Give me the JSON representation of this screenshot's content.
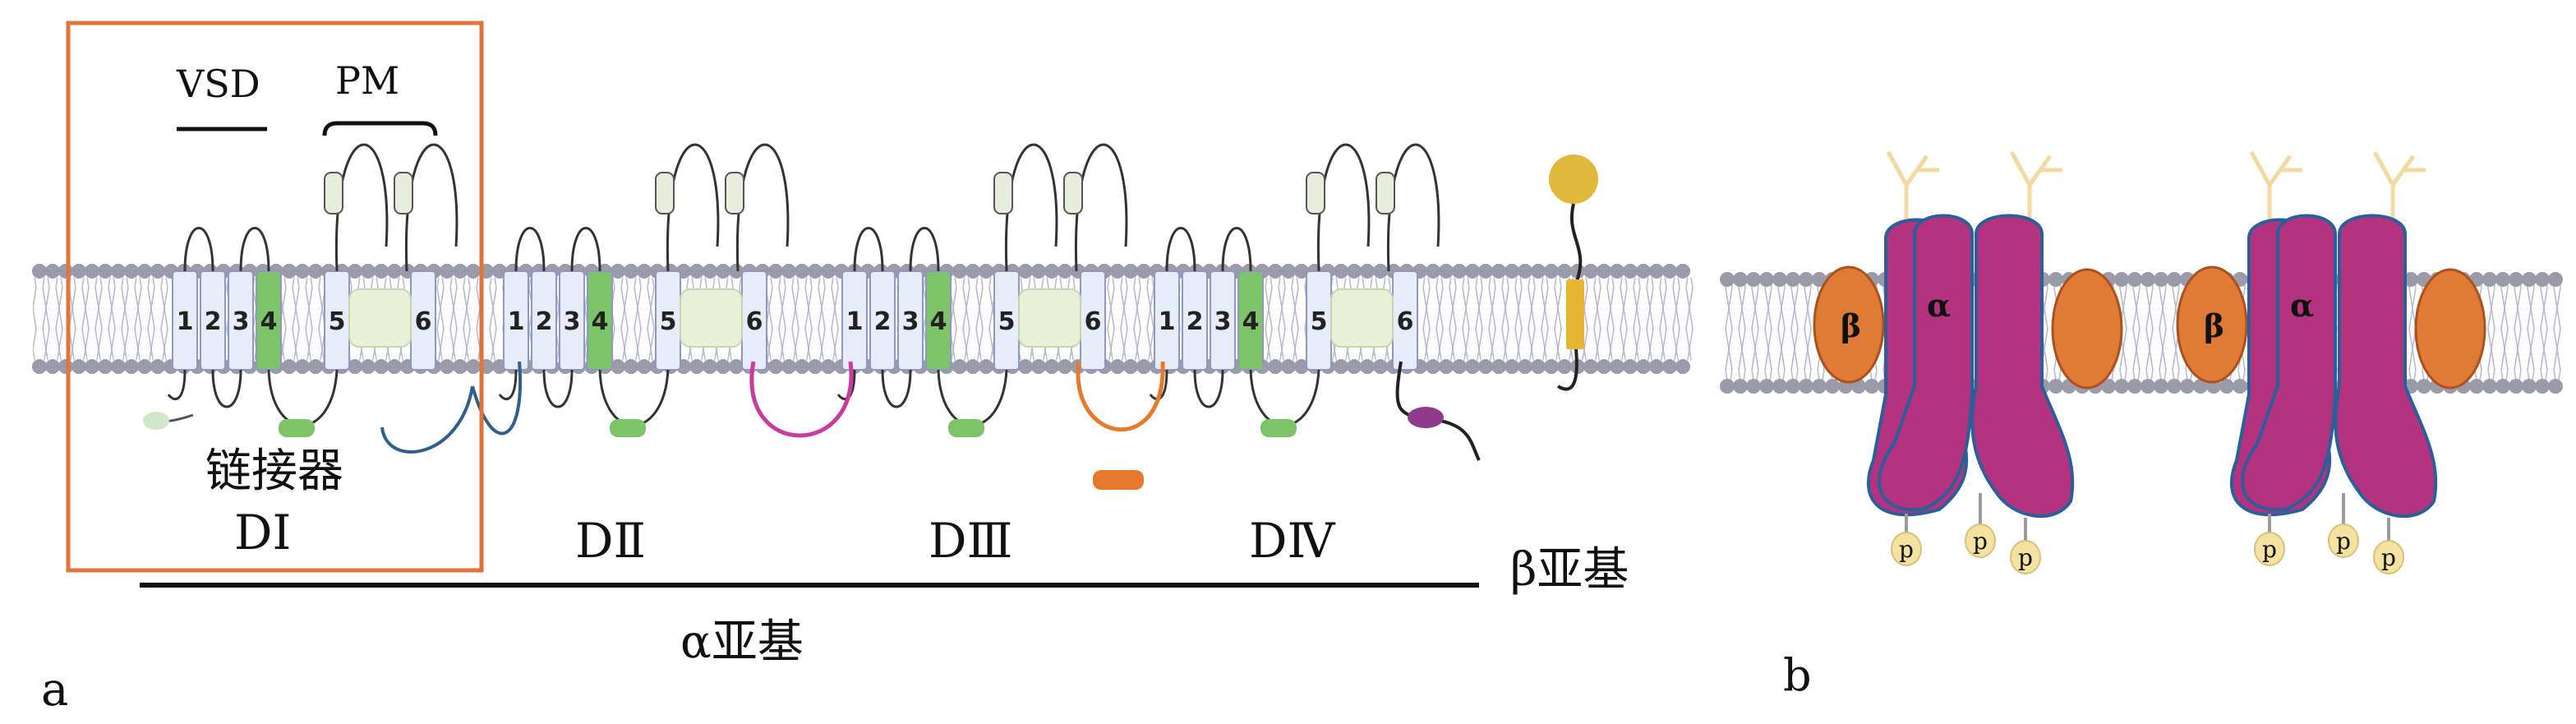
{
  "panel_a": {
    "label": "a",
    "vsd_label": "VSD",
    "pm_label": "PM",
    "linker_label": "链接器",
    "domains": [
      "DⅠ",
      "DⅡ",
      "DⅢ",
      "DⅣ"
    ],
    "segments": [
      "1",
      "2",
      "3",
      "4",
      "5",
      "6"
    ],
    "alpha_label": "α亚基",
    "beta_label": "β亚基"
  },
  "panel_b": {
    "label": "b",
    "alpha_letter": "α",
    "beta_letter": "β",
    "phospho_label": "p"
  },
  "colors": {
    "highlight_box": "#e0743a",
    "membrane_head": "#9a9aa8",
    "segment_fill": "#e8ecf8",
    "s4_fill": "#7cc36a",
    "pore_fill": "#e8f0d8",
    "alpha_subunit": "#b5337e",
    "beta_subunit": "#e07a34",
    "glycan": "#f1d9a0",
    "phospho": "#f5e2a0",
    "linker_blue": "#2f5f8a",
    "linker_magenta": "#c83ca0",
    "linker_orange": "#e6792c",
    "ball_yellow": "#e0b93a",
    "beta_tm": "#e6b531"
  }
}
